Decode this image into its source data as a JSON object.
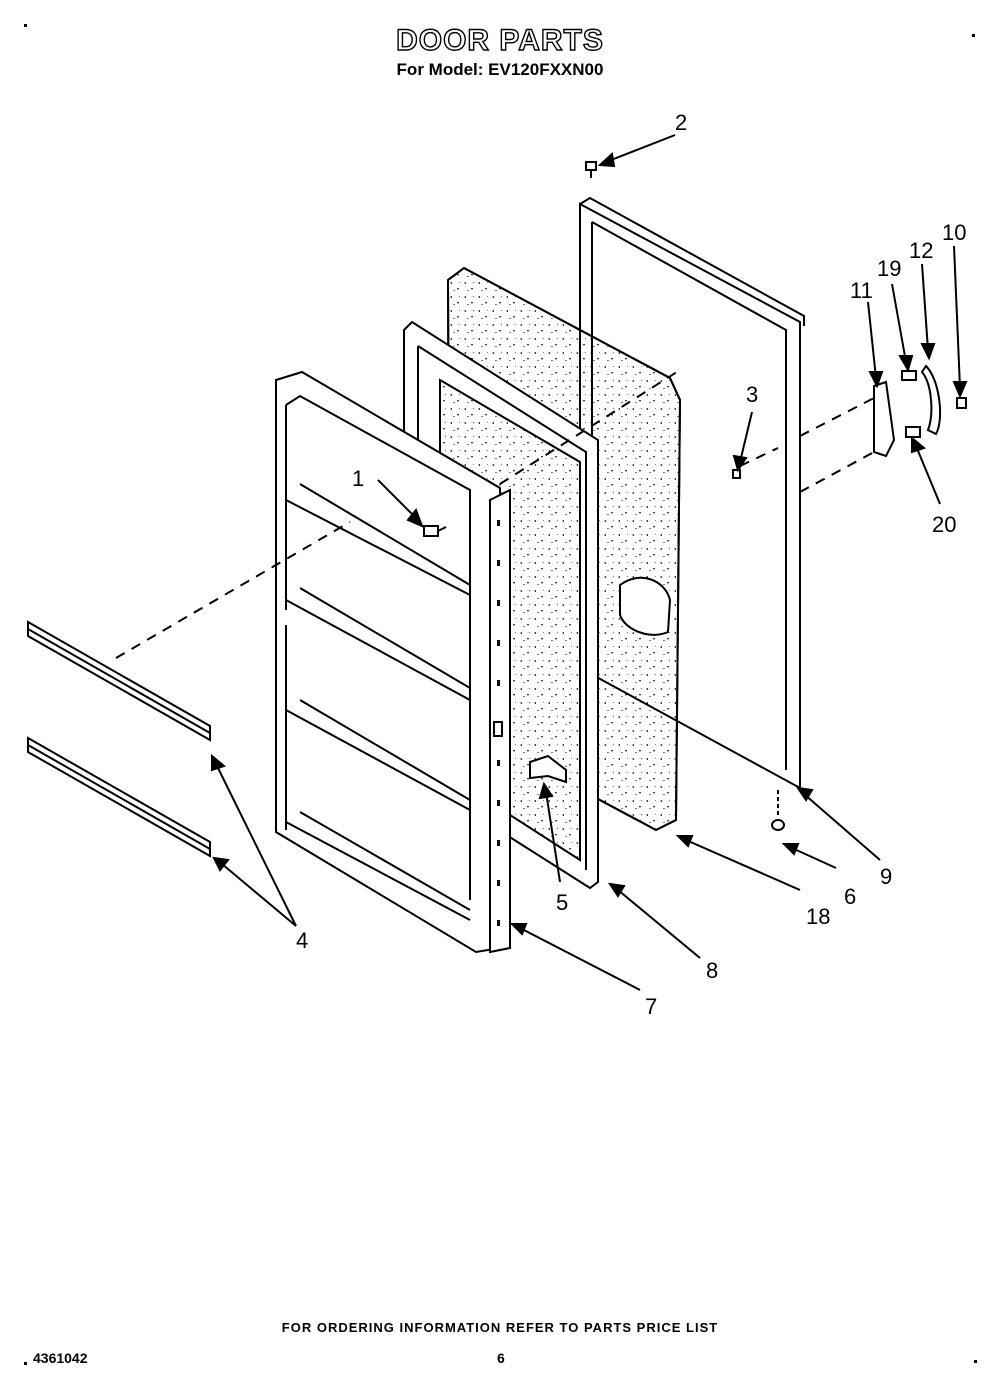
{
  "title": "DOOR PARTS",
  "subtitle": "For Model: EV120FXXN00",
  "footer": "FOR ORDERING INFORMATION REFER TO PARTS PRICE LIST",
  "doc_number": "4361042",
  "page_number": "6",
  "callouts": {
    "c1": "1",
    "c2": "2",
    "c3": "3",
    "c4": "4",
    "c5": "5",
    "c6": "6",
    "c7": "7",
    "c8": "8",
    "c9": "9",
    "c10": "10",
    "c11": "11",
    "c12": "12",
    "c18": "18",
    "c19": "19",
    "c20": "20"
  }
}
